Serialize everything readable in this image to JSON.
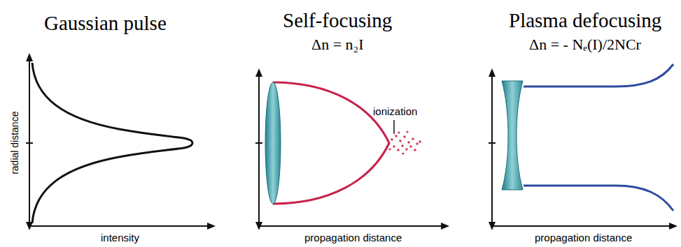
{
  "diagram": {
    "labels": [
      "Gaussian pulse",
      "Self-focusing",
      "Δn = n₂I",
      "Plasma defocusing",
      "Δn = - Nₑ(I)/2NCr",
      "radial distance",
      "intensity",
      "ionization",
      "propagation distance",
      "propagation distance"
    ]
  }
}
